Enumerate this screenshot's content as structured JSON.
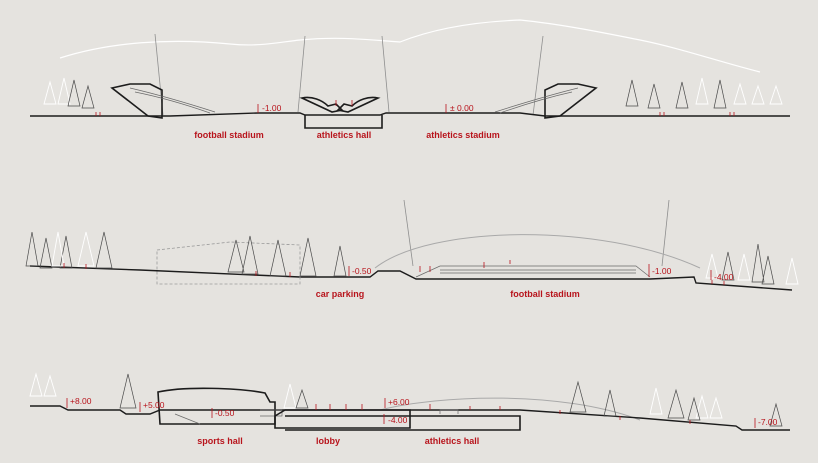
{
  "section_1": {
    "labels": {
      "football": "football stadium",
      "athletics_hall": "athletics hall",
      "athletics_stadium": "athletics stadium"
    },
    "levels": {
      "a": "-1.00",
      "b": "± 0.00"
    }
  },
  "section_2": {
    "labels": {
      "parking": "car parking",
      "football": "football stadium"
    },
    "levels": {
      "a": "-0.50",
      "b": "-1.00",
      "c": "-4.00"
    }
  },
  "section_3": {
    "labels": {
      "sports_hall": "sports hall",
      "lobby": "lobby",
      "athletics_hall": "athletics hall"
    },
    "levels": {
      "a": "+8.00",
      "b": "+5.00",
      "c": "-0.50",
      "d": "+6.00",
      "e": "-4.00",
      "f": "-7.00"
    }
  },
  "colors": {
    "background": "#e5e3df",
    "annotation": "#b8141c",
    "structure": "#1c1c1c"
  }
}
